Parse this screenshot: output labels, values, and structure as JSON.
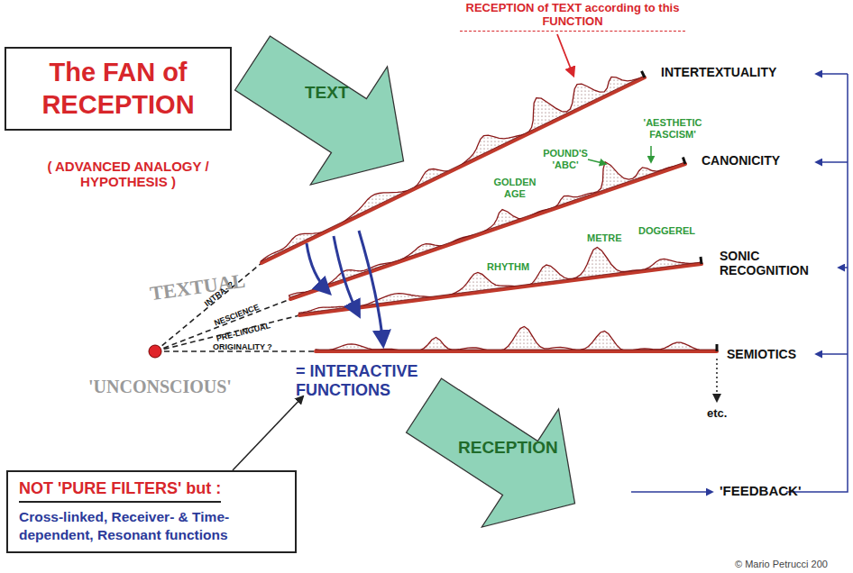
{
  "diagram": {
    "nodes": [
      {
        "text": [
          "The FAN of RECEPTION"
        ]
      },
      {
        "text": [
          "TEXT"
        ]
      },
      {
        "text": [
          "RECEPTION"
        ]
      },
      {
        "text": [
          "NOT 'PURE FILTERS' but :",
          "Cross-linked, Receiver- & Time-dependent, Resonant functions"
        ]
      }
    ],
    "labels": [
      "( ADVANCED ANALOGY / HYPOTHESIS )",
      "RECEPTION of TEXT according to this FUNCTION",
      "INTERTEXTUALITY",
      "CANONICITY",
      "SONIC RECOGNITION",
      "SEMIOTICS",
      "'AESTHETIC FASCISM'",
      "POUND'S 'ABC'",
      "GOLDEN AGE",
      "METRE",
      "DOGGEREL",
      "RHYTHM",
      "TEXTUAL",
      "INTRA- ?",
      "NESCIENCE",
      "PRE-LINGUAL",
      "ORIGINALITY ?",
      "= INTERACTIVE FUNCTIONS",
      "'UNCONSCIOUS'",
      "etc.",
      "'FEEDBACK'",
      "© Mario Petrucci 200"
    ]
  }
}
